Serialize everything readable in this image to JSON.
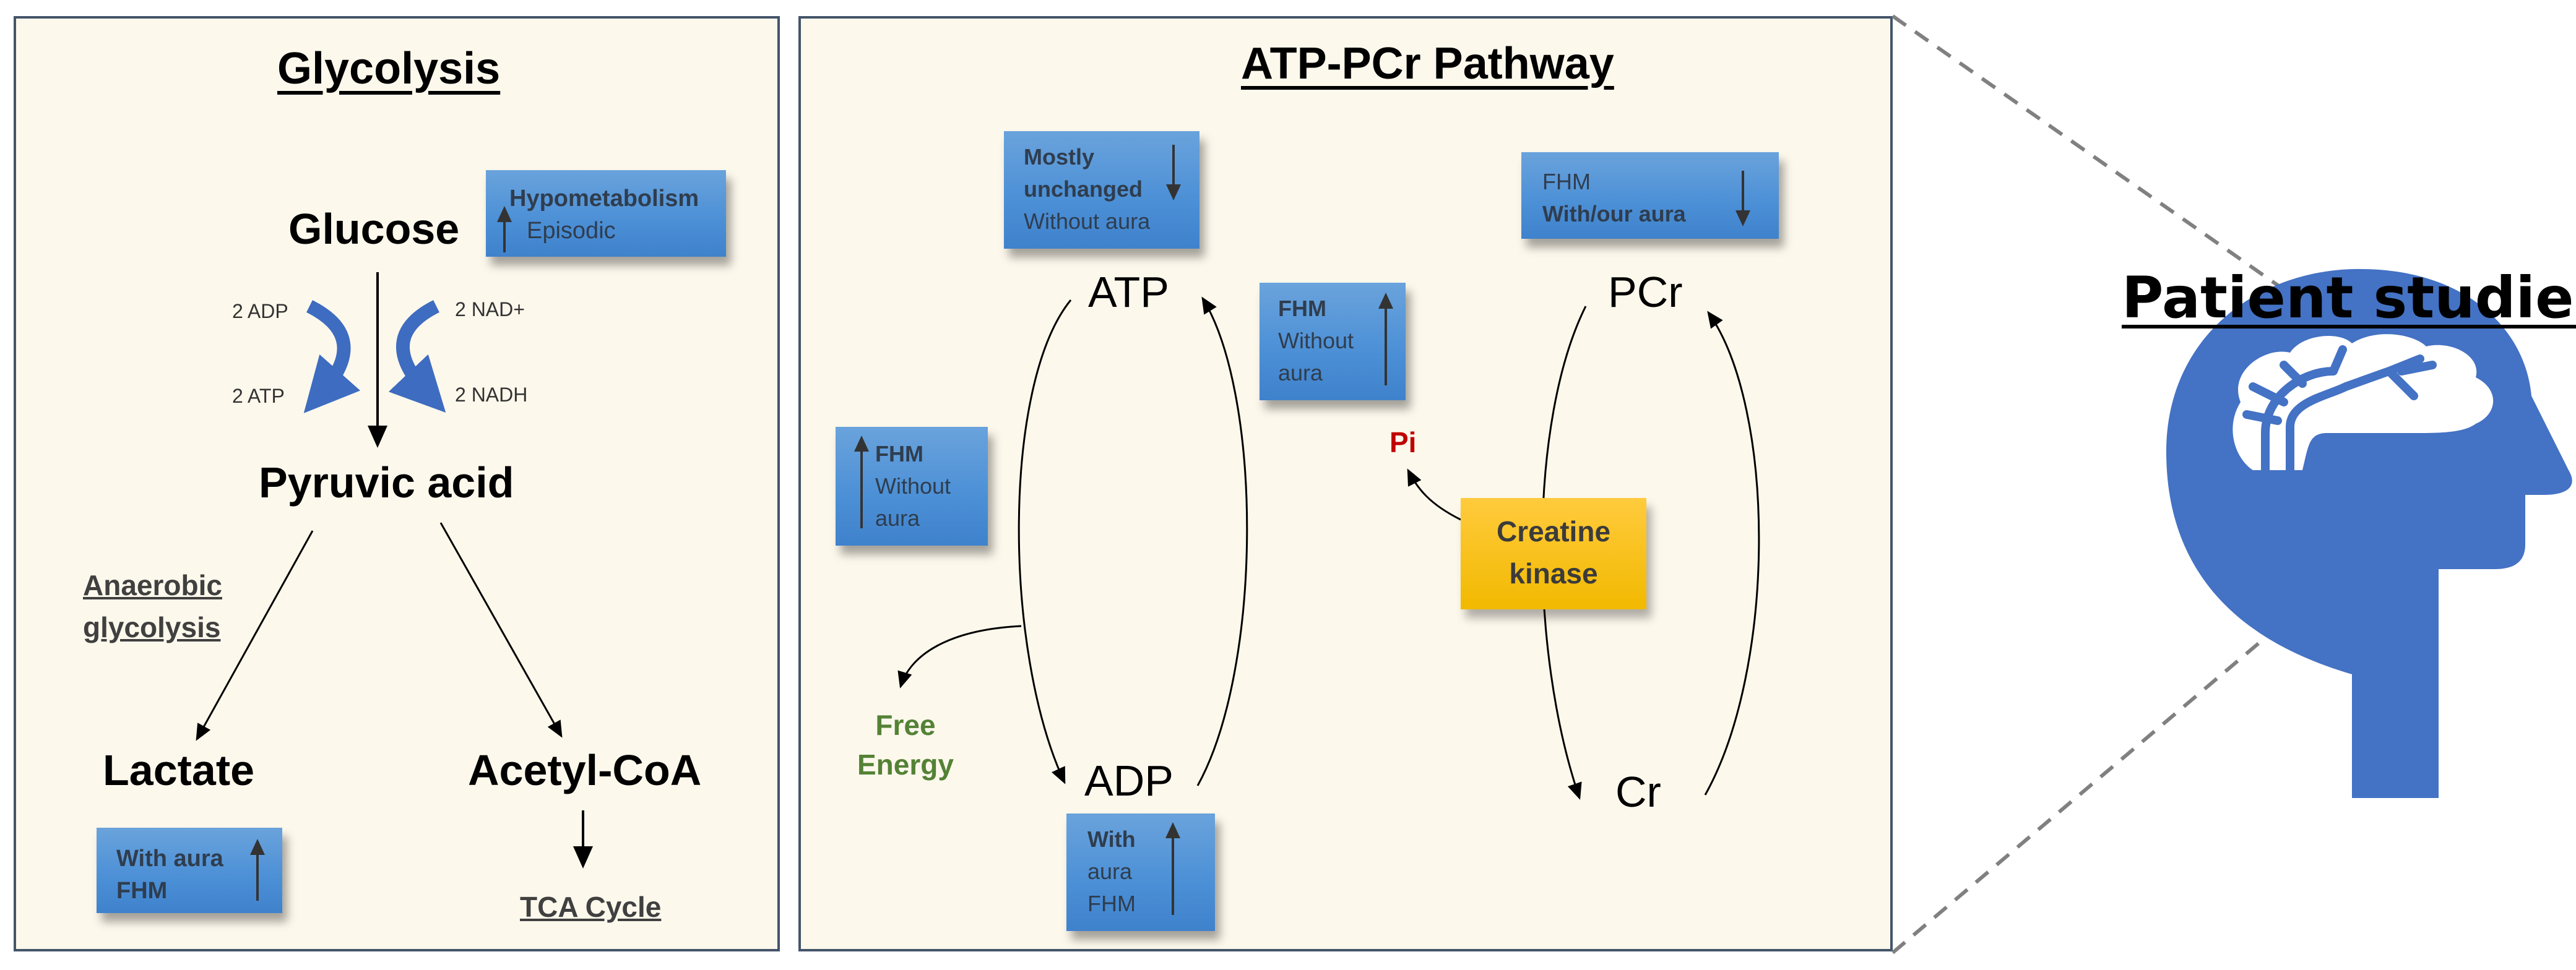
{
  "glycolysis": {
    "title": "Glycolysis",
    "nodes": {
      "glucose": "Glucose",
      "pyruvic_acid": "Pyruvic acid",
      "lactate": "Lactate",
      "acetyl_coa": "Acetyl-CoA",
      "tca_cycle": "TCA Cycle"
    },
    "cofactors": {
      "adp_in": "2 ADP",
      "atp_out": "2 ATP",
      "nad_in": "2 NAD+",
      "nadh_out": "2 NADH"
    },
    "anaerobic_label": [
      "Anaerobic",
      "glycolysis"
    ],
    "boxes": {
      "glucose_box": {
        "lines": [
          "Hypometabolism",
          "Episodic"
        ],
        "arrow": "up"
      },
      "lactate_box": {
        "lines": [
          "With aura",
          "FHM"
        ],
        "arrow": "up"
      }
    }
  },
  "atp_pcr": {
    "title": "ATP-PCr Pathway",
    "nodes": {
      "atp": "ATP",
      "adp": "ADP",
      "pcr": "PCr",
      "cr": "Cr",
      "pi": "Pi",
      "free_energy": [
        "Free",
        "Energy"
      ]
    },
    "enzyme": [
      "Creatine",
      "kinase"
    ],
    "boxes": {
      "atp_top_box": {
        "lines": [
          "Mostly",
          "unchanged",
          "Without aura"
        ],
        "arrow": "down"
      },
      "atp_side_box": {
        "lines": [
          "FHM",
          "Without",
          "aura"
        ],
        "arrow": "up"
      },
      "left_box": {
        "lines": [
          "FHM",
          "Without",
          "aura"
        ],
        "arrow": "up"
      },
      "adp_box": {
        "lines": [
          "With",
          "aura",
          "FHM"
        ],
        "arrow": "up"
      },
      "pcr_box": {
        "lines": [
          "FHM",
          "With/our aura"
        ],
        "arrow": "down"
      }
    }
  },
  "patient": {
    "title": "Patient studies",
    "icon": "head-brain-icon"
  },
  "colors": {
    "panel_bg": "#fdf8ec",
    "panel_border": "#44546a",
    "box_blue": "#4b8fd6",
    "box_yellow": "#f5bd10",
    "head_blue": "#4472c4",
    "pi_red": "#c00000",
    "free_energy_green": "#548235"
  }
}
